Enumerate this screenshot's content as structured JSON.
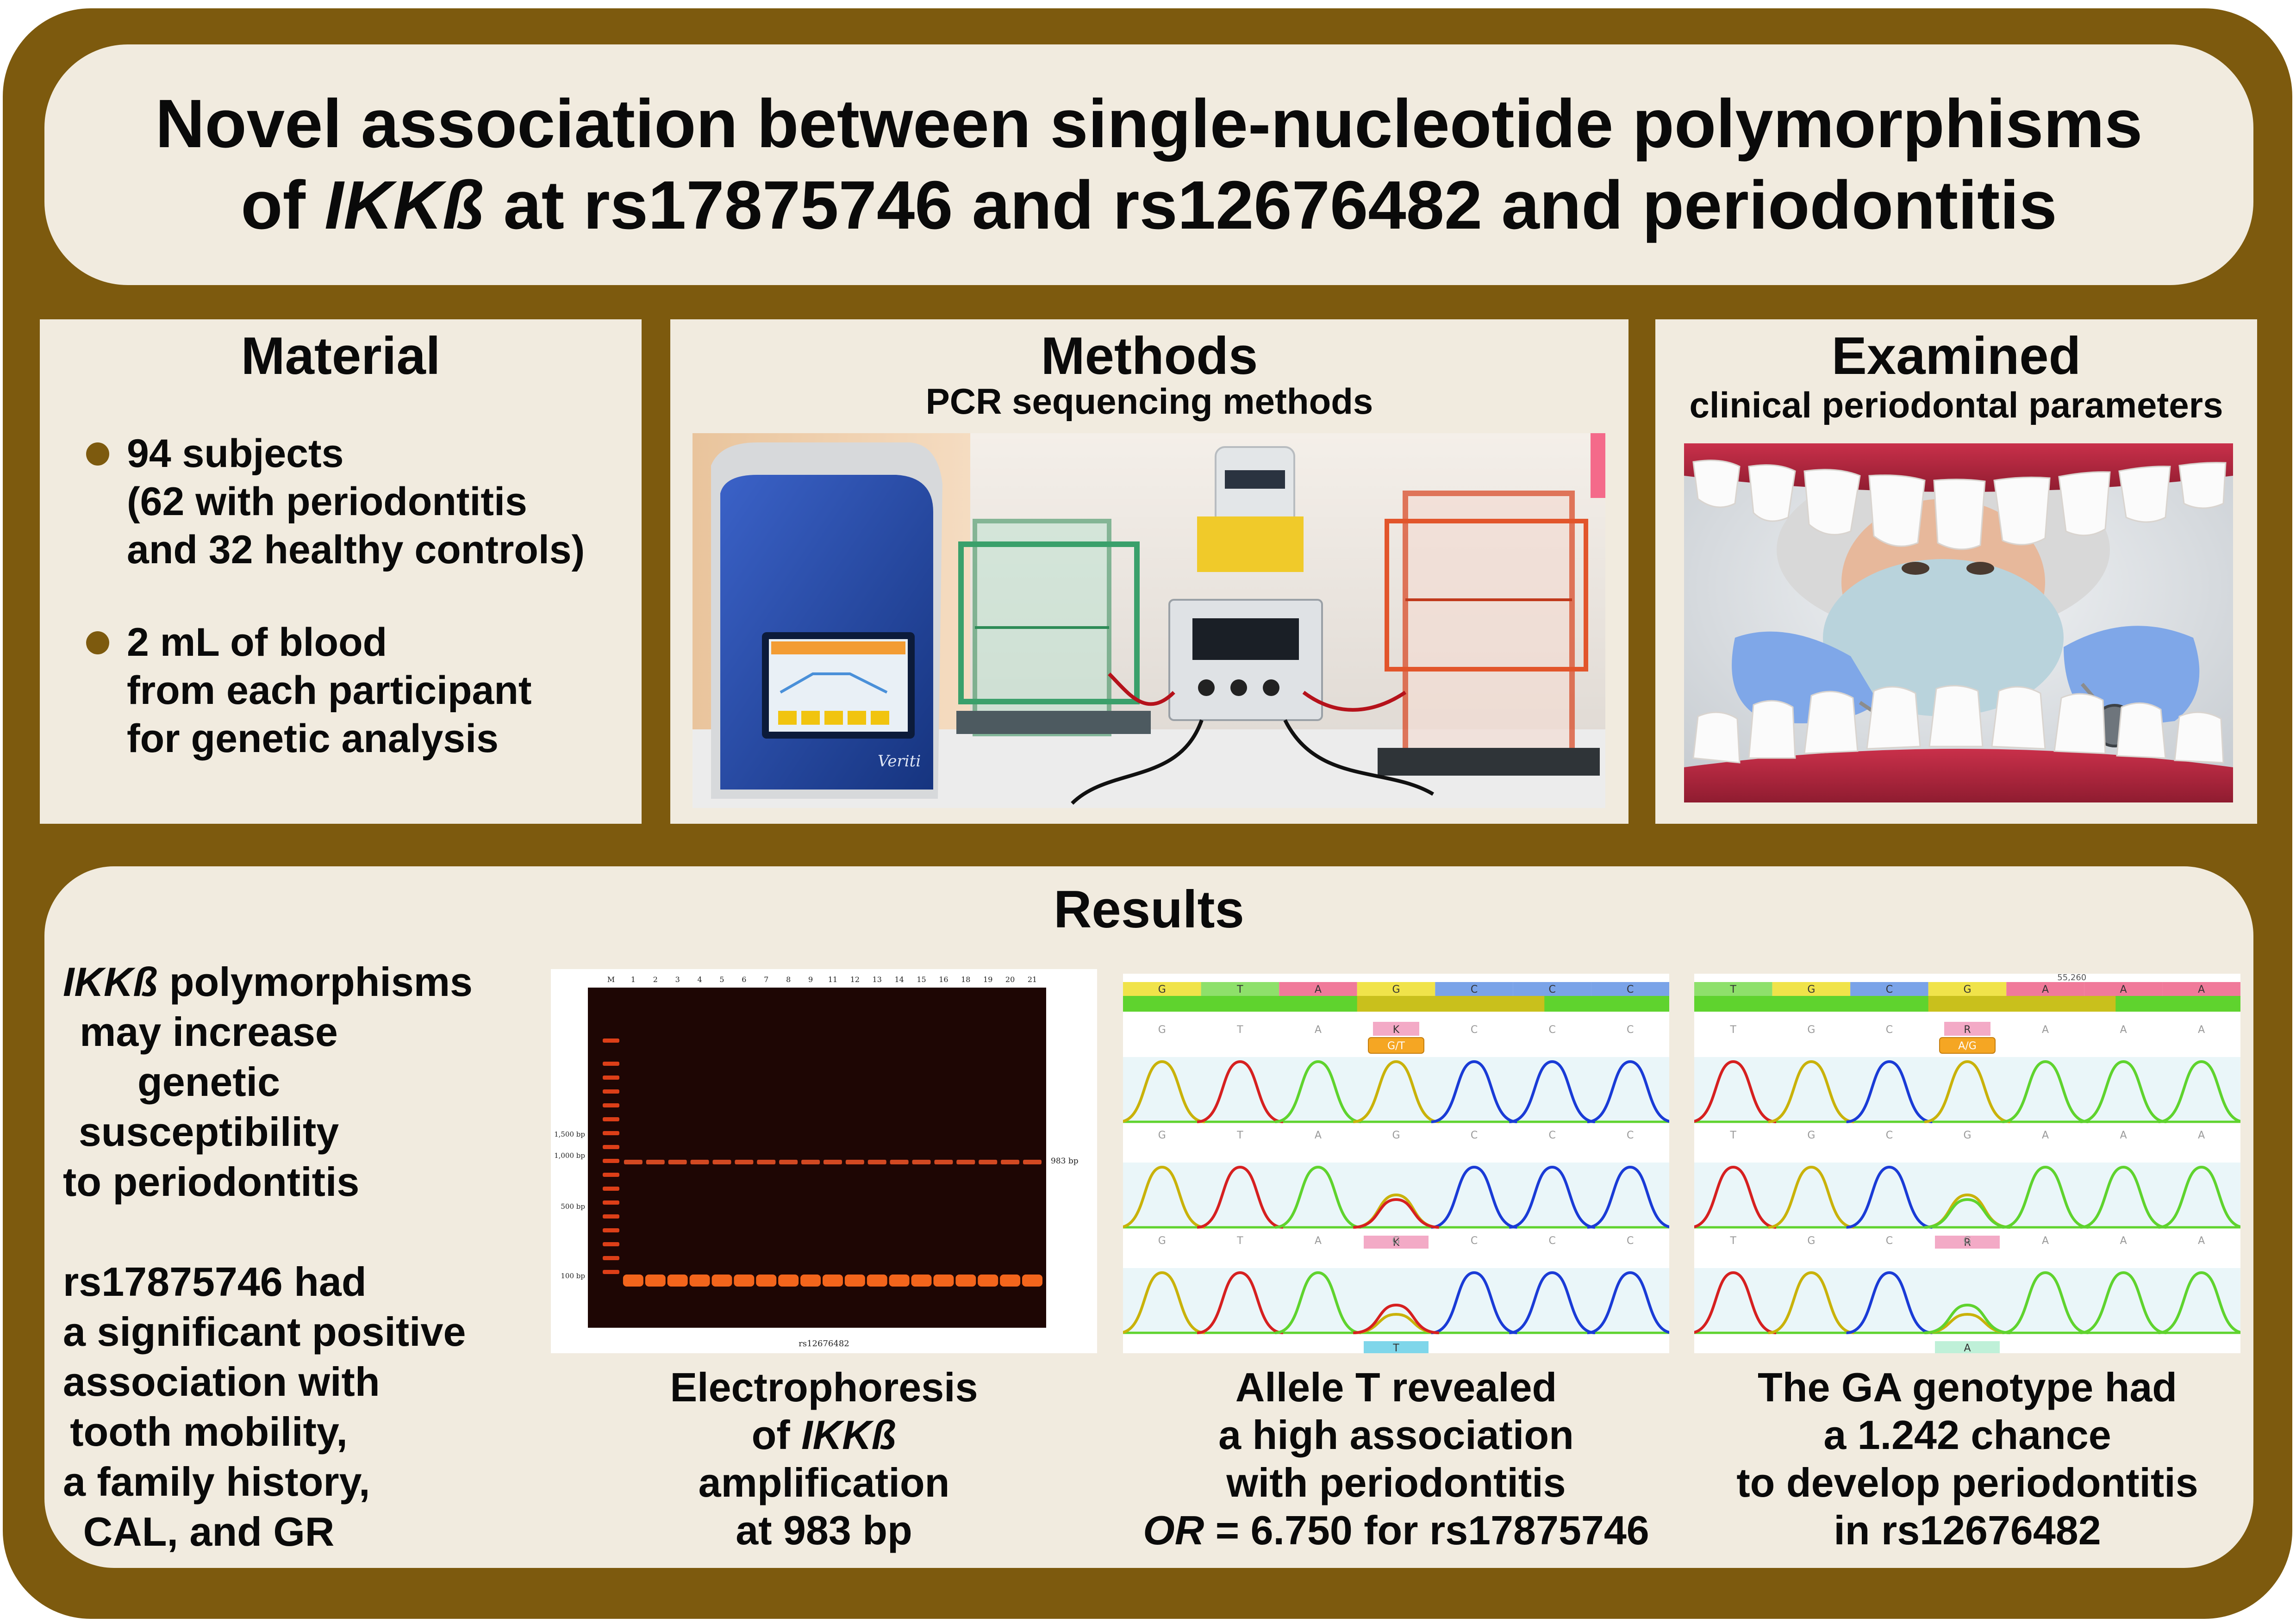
{
  "title": {
    "line1": "Novel association between single-nucleotide polymorphisms",
    "line2_prefix": "of ",
    "line2_gene": "IKKß",
    "line2_suffix": " at rs17875746 and rs12676482 and periodontitis"
  },
  "material": {
    "heading": "Material",
    "bullets": [
      {
        "lines": [
          "94 subjects",
          "(62 with periodontitis",
          "and 32 healthy controls)"
        ]
      },
      {
        "lines": [
          "2 mL of blood",
          "from each participant",
          "for genetic analysis"
        ]
      }
    ]
  },
  "methods": {
    "heading": "Methods",
    "subheading": "PCR sequencing methods",
    "photo_device_label": "Veriti"
  },
  "examined": {
    "heading": "Examined",
    "subheading": "clinical periodontal parameters"
  },
  "results": {
    "heading": "Results",
    "left_text": {
      "para1_gene": "IKKß",
      "para1_first_rest": " polymorphisms",
      "para1_lines": [
        "may increase",
        "genetic",
        "susceptibility",
        "to periodontitis"
      ],
      "para2_lines": [
        "rs17875746 had",
        "a significant positive",
        "association with",
        "tooth mobility,",
        "a family history,",
        "CAL, and GR"
      ]
    },
    "gel": {
      "lane_labels": [
        "M",
        "1",
        "2",
        "3",
        "4",
        "5",
        "6",
        "7",
        "8",
        "9",
        "11",
        "12",
        "13",
        "14",
        "15",
        "16",
        "18",
        "19",
        "20",
        "21"
      ],
      "ladder_labels": [
        "1,500 bp",
        "1,000 bp",
        "500 bp",
        "100 bp"
      ],
      "band_label": "983 bp",
      "bottom_label": "rs12676482"
    },
    "captions": {
      "gel": {
        "line1": "Electrophoresis",
        "line2_prefix": "of ",
        "line2_gene": "IKKß",
        "line3": "amplification",
        "line4": "at 983 bp"
      },
      "seq1": {
        "line1": "Allele T revealed",
        "line2": "a high association",
        "line3": "with periodontitis",
        "line4_italic": "OR",
        "line4_rest": " = 6.750 for rs17875746"
      },
      "seq2": {
        "line1": "The GA genotype had",
        "line2": "a 1.242 chance",
        "line3": "to develop periodontitis",
        "line4": "in rs12676482"
      }
    },
    "seq1": {
      "header_bases": [
        "G",
        "T",
        "A",
        "G",
        "C",
        "C",
        "C"
      ],
      "row_bases": [
        "G",
        "T",
        "A",
        "G",
        "C",
        "C",
        "C"
      ],
      "iupac_top": "K",
      "genotype_badge": "G/T",
      "iupac_mid": "K",
      "allele_bottom": "T"
    },
    "seq2": {
      "position_label": "55,260",
      "header_bases": [
        "T",
        "G",
        "C",
        "G",
        "A",
        "A",
        "A"
      ],
      "row_bases": [
        "T",
        "G",
        "C",
        "G",
        "A",
        "A",
        "A"
      ],
      "iupac_top": "R",
      "genotype_badge": "A/G",
      "iupac_mid": "R",
      "allele_bottom": "A"
    }
  }
}
